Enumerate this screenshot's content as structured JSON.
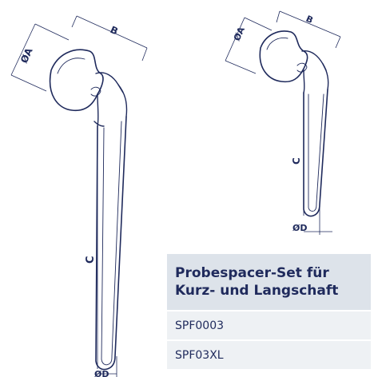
{
  "long_stem": {
    "labels": {
      "diameter_a": "ØA",
      "b": "B",
      "c": "C",
      "diameter_d": "ØD"
    }
  },
  "short_stem": {
    "labels": {
      "diameter_a": "ØA",
      "b": "B",
      "c": "C",
      "diameter_d": "ØD"
    }
  },
  "table": {
    "header_line1": "Probespacer-Set für",
    "header_line2": "Kurz- und Langschaft",
    "rows": [
      "SPF0003",
      "SPF03XL"
    ]
  },
  "colors": {
    "line": "#1f2a5c",
    "table_header_bg": "#dde3ea",
    "table_row_bg": "#eef1f4"
  }
}
